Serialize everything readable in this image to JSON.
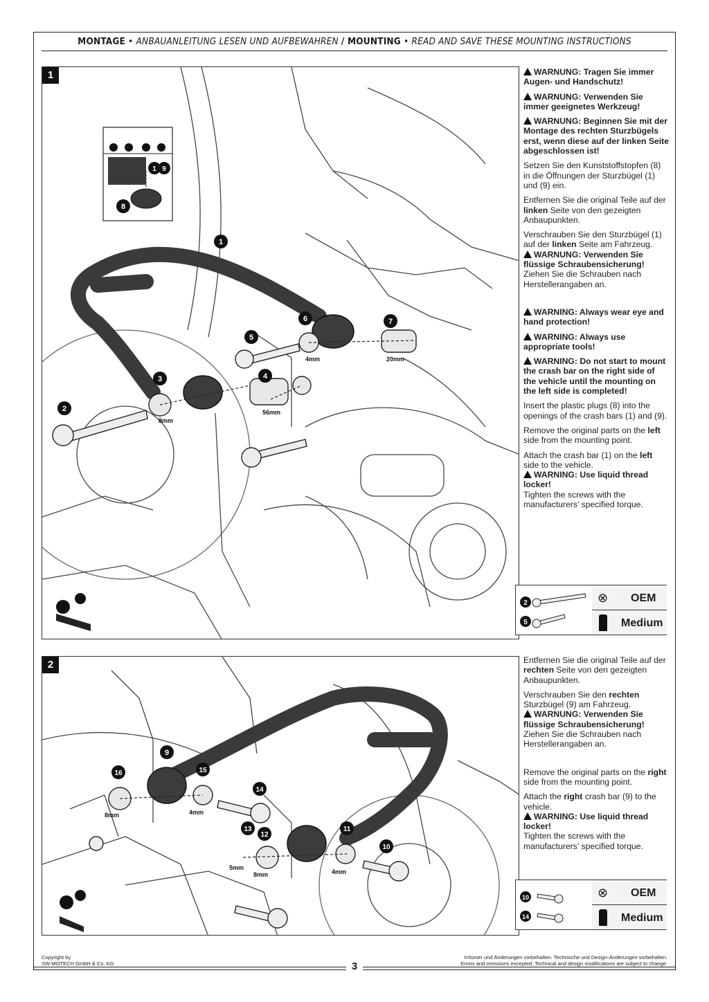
{
  "header": {
    "de_title": "MONTAGE",
    "de_subtitle": "ANBAUANLEITUNG LESEN UND AUFBEWAHREN",
    "en_title": "MOUNTING",
    "en_subtitle": "READ AND SAVE THESE MOUNTING INSTRUCTIONS"
  },
  "step1": {
    "number": "1",
    "callouts": [
      "1",
      "2",
      "3",
      "4",
      "5",
      "6",
      "7",
      "8",
      "1",
      "9"
    ],
    "dims": [
      "8mm",
      "56mm",
      "4mm",
      "20mm"
    ],
    "warnings_de": [
      "WARNUNG: Tragen Sie immer Augen- und Handschutz!",
      "WARNUNG: Verwenden Sie immer geeignetes Werkzeug!",
      "WARNUNG: Beginnen Sie mit der Montage des rechten Sturzbügels erst, wenn diese auf der linken Seite abgeschlossen ist!"
    ],
    "text_de_1": "Setzen Sie den Kunststoffstopfen (8) in die Öffnungen der Sturzbügel (1) und (9) ein.",
    "text_de_2_a": "Entfernen Sie die original Teile auf der ",
    "text_de_2_b": "linken",
    "text_de_2_c": " Seite von den gezeigten Anbaupunkten.",
    "text_de_3_a": "Verschrauben Sie den Sturzbügel (1) auf der ",
    "text_de_3_b": "linken",
    "text_de_3_c": " Seite am Fahrzeug.",
    "warn_de_4": "WARNUNG: Verwenden Sie flüssige Schraubensicherung!",
    "text_de_5": "Ziehen Sie die Schrauben nach Herstellerangaben an.",
    "warnings_en": [
      "WARNING: Always wear eye and hand protection!",
      "WARNING: Always use appropriate tools!",
      "WARNING: Do not start to mount the crash bar on the right side of the vehicle until the mounting on the left side is completed!"
    ],
    "text_en_1": "Insert the plastic plugs (8) into the openings of the crash bars (1) and (9).",
    "text_en_2_a": "Remove the original parts on the ",
    "text_en_2_b": "left",
    "text_en_2_c": " side from the mounting point.",
    "text_en_3_a": "Attach the crash bar (1) on the ",
    "text_en_3_b": "left",
    "text_en_3_c": " side to the vehicle.",
    "warn_en_4": "WARNING: Use liquid thread locker!",
    "text_en_5": "Tighten the screws with the manufacturers’ specified torque.",
    "torque": {
      "screws": [
        "2",
        "5"
      ],
      "row1": "OEM",
      "row2": "Medium"
    }
  },
  "step2": {
    "number": "2",
    "callouts": [
      "9",
      "10",
      "11",
      "12",
      "13",
      "14",
      "15",
      "16"
    ],
    "dims": [
      "8mm",
      "4mm",
      "5mm",
      "8mm",
      "4mm"
    ],
    "text_de_1_a": "Entfernen Sie die original Teile auf der ",
    "text_de_1_b": "rechten",
    "text_de_1_c": " Seite von den gezeigten Anbaupunkten.",
    "text_de_2_a": "Verschrauben Sie den ",
    "text_de_2_b": "rechten",
    "text_de_2_c": " Sturzbügel (9) am Fahrzeug.",
    "warn_de_3": "WARNUNG: Verwenden Sie flüssige Schraubensicherung!",
    "text_de_4": "Ziehen Sie die Schrauben nach Herstellerangaben an.",
    "text_en_1_a": "Remove the original parts on the ",
    "text_en_1_b": "right",
    "text_en_1_c": " side from the mounting point.",
    "text_en_2_a": "Attach the ",
    "text_en_2_b": "right",
    "text_en_2_c": " crash bar (9) to the vehicle.",
    "warn_en_3": "WARNING: Use liquid thread locker!",
    "text_en_4": "Tighten the screws with the manufacturers’ specified torque.",
    "torque": {
      "screws": [
        "10",
        "14"
      ],
      "row1": "OEM",
      "row2": "Medium"
    }
  },
  "footer": {
    "copyright_1": "Copyright by",
    "copyright_2": "SW-MOTECH GmbH & Co. KG",
    "disclaimer_de": "Irrtümer und Änderungen vorbehalten. Technische und Design-Änderungen vorbehalten.",
    "disclaimer_en": "Errors and omissions excepted. Technical and design modifications are subject to change.",
    "page": "3"
  }
}
